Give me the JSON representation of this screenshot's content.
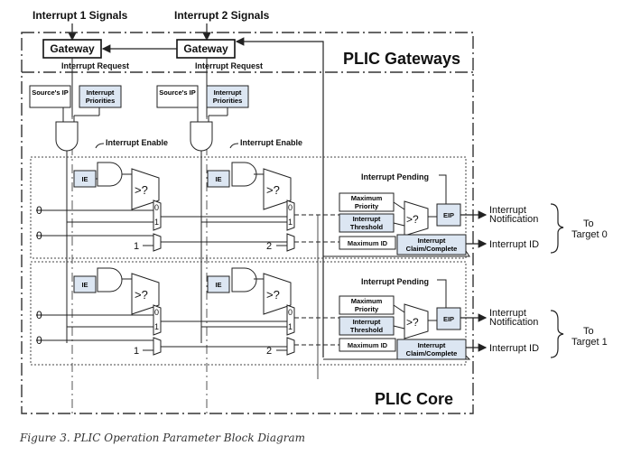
{
  "signals": {
    "int1": "Interrupt 1 Signals",
    "int2": "Interrupt 2 Signals"
  },
  "gateway": {
    "label": "Gateway",
    "request": "Interrupt Request"
  },
  "regions": {
    "gateways_title": "PLIC Gateways",
    "core_title": "PLIC Core"
  },
  "source_ip": "Source's IP",
  "priorities": "Interrupt Priorities",
  "enable": "Interrupt Enable",
  "ie": "IE",
  "compare": ">?",
  "pending": "Interrupt Pending",
  "max_priority": "Maximum Priority",
  "threshold": "Interrupt Threshold",
  "max_id": "Maximum ID",
  "eip": "EIP",
  "claim": "Interrupt Claim/Complete",
  "notification": "Interrupt Notification",
  "interrupt_id": "Interrupt ID",
  "to_label": "To",
  "targets": [
    "Target 0",
    "Target 1"
  ],
  "mux": {
    "zero": "0",
    "one": "1"
  },
  "ids": [
    "1",
    "2"
  ],
  "caption": "Figure 3. PLIC Operation Parameter Block Diagram",
  "colors": {
    "blue_box": "#dce6f2",
    "line": "#222222"
  }
}
